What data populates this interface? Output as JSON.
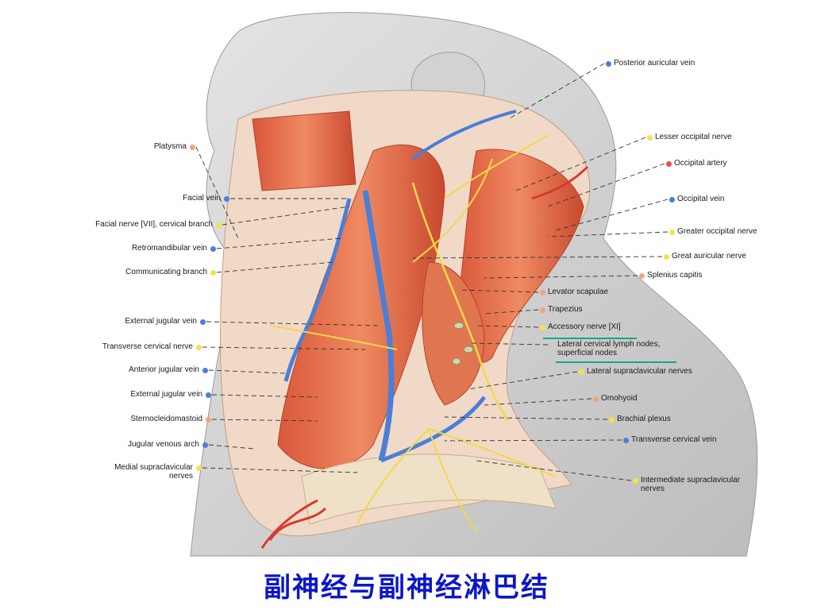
{
  "title": "副神经与副神经淋巴结",
  "colors": {
    "vein": "#4a7fd8",
    "nerve": "#f3e24a",
    "artery": "#e5533a",
    "muscle": "#f0a47c",
    "title": "#0b16c8",
    "highlight_underline": "#12a88c"
  },
  "labels": {
    "left": [
      {
        "text": "Platysma",
        "kind": "muscle"
      },
      {
        "text": "Facial vein",
        "kind": "vein"
      },
      {
        "text": "Facial nerve [VII], cervical branch",
        "kind": "nerve"
      },
      {
        "text": "Retromandibular vein",
        "kind": "vein"
      },
      {
        "text": "Communicating branch",
        "kind": "nerve"
      },
      {
        "text": "External jugular vein",
        "kind": "vein"
      },
      {
        "text": "Transverse cervical nerve",
        "kind": "nerve"
      },
      {
        "text": "Anterior jugular vein",
        "kind": "vein"
      },
      {
        "text": "External jugular vein",
        "kind": "vein"
      },
      {
        "text": "Sternocleidomastoid",
        "kind": "muscle"
      },
      {
        "text": "Jugular venous arch",
        "kind": "vein"
      },
      {
        "text": "Medial supraclavicular",
        "text2": "nerves",
        "kind": "nerve"
      }
    ],
    "right": [
      {
        "text": "Posterior auricular vein",
        "kind": "vein"
      },
      {
        "text": "Lesser occipital nerve",
        "kind": "nerve"
      },
      {
        "text": "Occipital artery",
        "kind": "artery"
      },
      {
        "text": "Occipital vein",
        "kind": "vein"
      },
      {
        "text": "Greater occipital nerve",
        "kind": "nerve"
      },
      {
        "text": "Great auricular nerve",
        "kind": "nerve"
      },
      {
        "text": "Splenius capitis",
        "kind": "muscle"
      },
      {
        "text": "Levator scapulae",
        "kind": "muscle"
      },
      {
        "text": "Trapezius",
        "kind": "muscle"
      },
      {
        "text": "Accessory nerve [XI]",
        "kind": "nerve",
        "highlight": true
      },
      {
        "text": "Lateral cervical lymph nodes,",
        "text2": "superficial nodes",
        "kind": "none",
        "highlight": true
      },
      {
        "text": "Lateral supraclavicular nerves",
        "kind": "nerve"
      },
      {
        "text": "Omohyoid",
        "kind": "muscle"
      },
      {
        "text": "Brachial plexus",
        "kind": "nerve"
      },
      {
        "text": "Transverse cervical vein",
        "kind": "vein"
      },
      {
        "text": "Intermediate supraclavicular",
        "text2": "nerves",
        "kind": "nerve"
      }
    ]
  }
}
